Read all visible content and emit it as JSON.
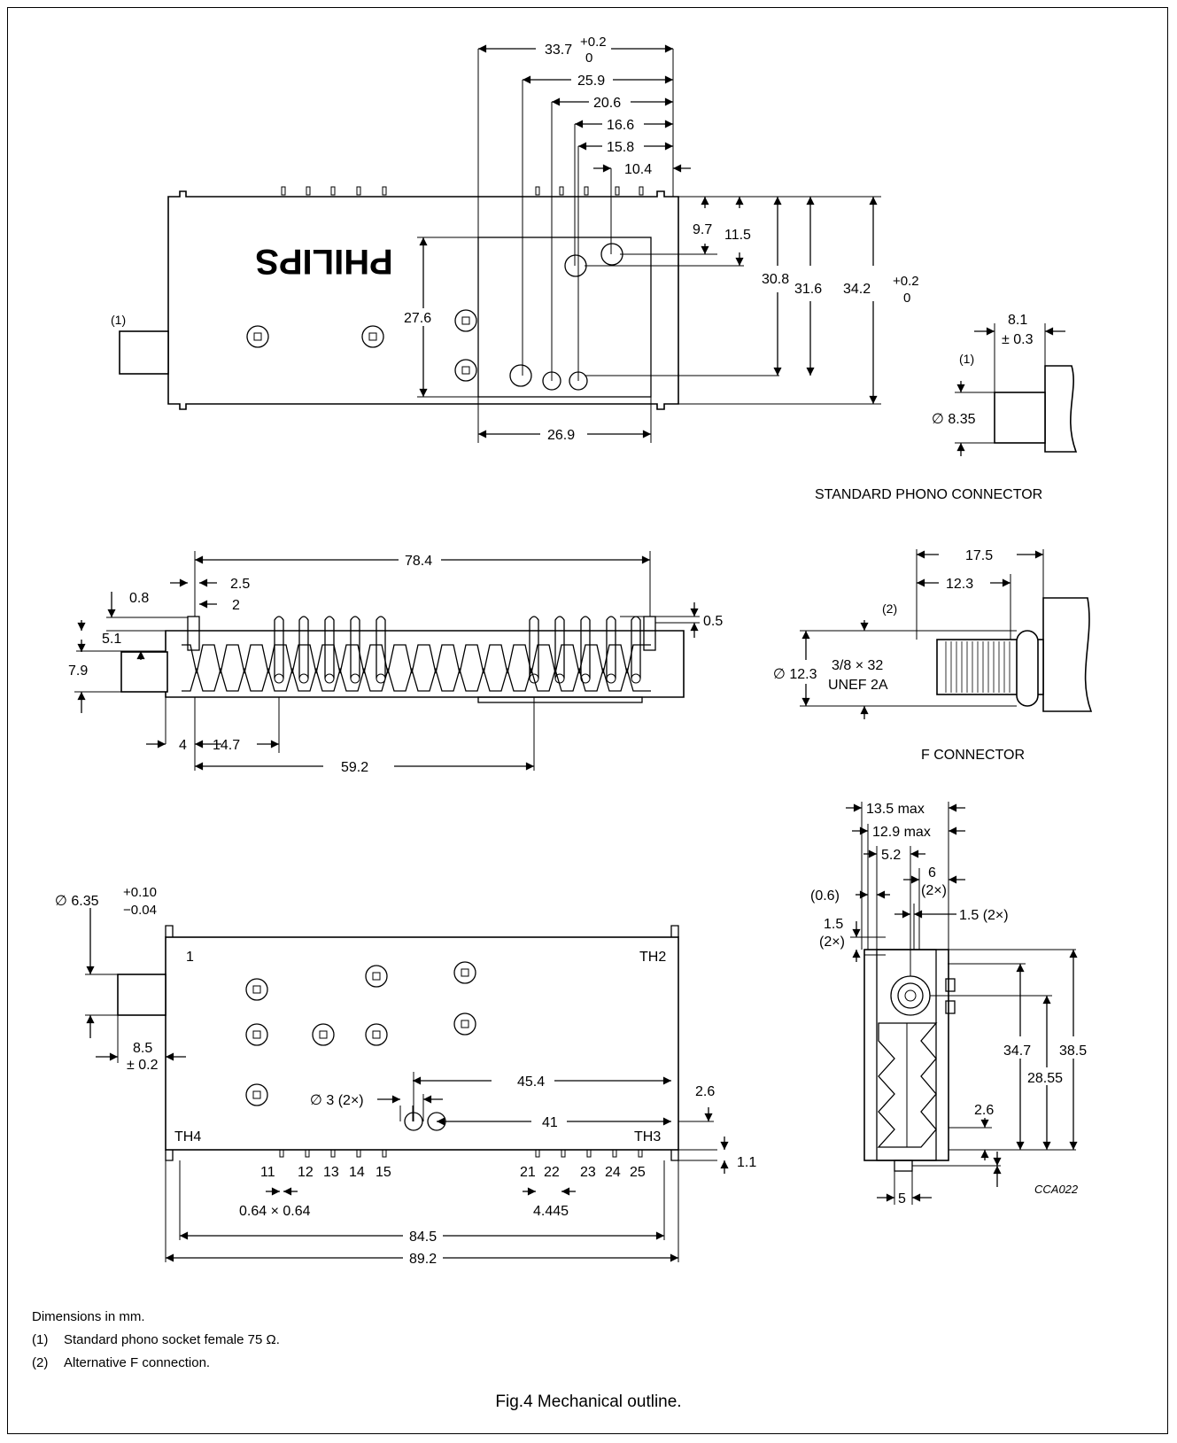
{
  "brand_text": "PHILIPS",
  "note_markers": {
    "n1": "(1)",
    "n2": "(2)"
  },
  "labels": {
    "std_phono_connector": "STANDARD PHONO CONNECTOR",
    "f_connector": "F CONNECTOR",
    "thread_spec_line1": "3/8 × 32",
    "thread_spec_line2": "UNEF 2A",
    "drawing_code": "CCA022",
    "th1": "1",
    "th2": "TH2",
    "th3": "TH3",
    "th4": "TH4"
  },
  "dimensions": {
    "top_view": {
      "d33_7": "33.7",
      "tol_plus": "+0.2",
      "tol_zero": "0",
      "d25_9": "25.9",
      "d20_6": "20.6",
      "d16_6": "16.6",
      "d15_8": "15.8",
      "d10_4": "10.4",
      "d9_7": "9.7",
      "d11_5": "11.5",
      "d30_8": "30.8",
      "d31_6": "31.6",
      "d34_2": "34.2",
      "tol2_plus": "+0.2",
      "tol2_zero": "0",
      "d27_6": "27.6",
      "d26_9": "26.9"
    },
    "phono": {
      "d8_1": "8.1",
      "d0_3": "± 0.3",
      "dia8_35": "∅ 8.35"
    },
    "side_view": {
      "d78_4": "78.4",
      "d2_5": "2.5",
      "d2": "2",
      "d0_8": "0.8",
      "d5_1": "5.1",
      "d7_9": "7.9",
      "d0_5": "0.5",
      "d4": "4",
      "d14_7": "14.7",
      "d59_2": "59.2"
    },
    "f_conn": {
      "d17_5": "17.5",
      "d12_3": "12.3",
      "dia12_3": "∅ 12.3"
    },
    "bottom_view": {
      "dia6_35": "∅ 6.35",
      "tol_p": "+0.10",
      "tol_m": "−0.04",
      "d8_5": "8.5",
      "d0_2": "± 0.2",
      "d45_4": "45.4",
      "dia3": "∅ 3 (2×)",
      "d41": "41",
      "d2_6": "2.6",
      "d1_1": "1.1",
      "d0_64": "0.64 × 0.64",
      "d4_445": "4.445",
      "d84_5": "84.5",
      "d89_2": "89.2"
    },
    "end_view": {
      "d13_5": "13.5 max",
      "d12_9": "12.9 max",
      "d5_2": "5.2",
      "d6": "6",
      "d2x_a": "(2×)",
      "d0_6": "(0.6)",
      "d1_5b": "1.5 (2×)",
      "d1_5": "1.5",
      "d2x_b": "(2×)",
      "d34_7": "34.7",
      "d38_5": "38.5",
      "d28_55": "28.55",
      "d2_6": "2.6",
      "d5": "5"
    }
  },
  "pins_left": [
    "11",
    "12",
    "13",
    "14",
    "15"
  ],
  "pins_right": [
    "21",
    "22",
    "23",
    "24",
    "25"
  ],
  "notes": {
    "units": "Dimensions in mm.",
    "note1_marker": "(1)",
    "note1_text": "Standard phono socket female 75 Ω.",
    "note2_marker": "(2)",
    "note2_text": "Alternative F connection."
  },
  "caption": "Fig.4  Mechanical outline."
}
